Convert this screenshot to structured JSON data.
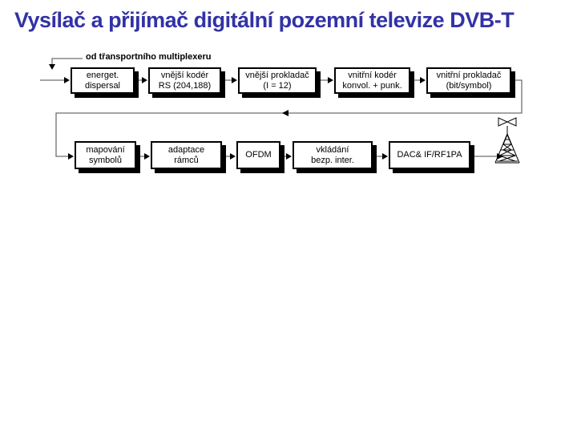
{
  "slide": {
    "title": "Vysílač a přijímač digitální pozemní televize DVB-T"
  },
  "colors": {
    "title_text": "#3232A6",
    "diagram_line": "#6f6f6f",
    "arrowhead": "#000000",
    "box_background": "#ffffff",
    "box_border": "#000000",
    "box_shadow": "#000000",
    "background": "#ffffff"
  },
  "diagram": {
    "source_label": "od třansportního multiplexeru",
    "antenna_icon": "transmission-tower-icon",
    "row1": [
      {
        "id": "energy-dispersal",
        "line1": "energet.",
        "line2": "dispersal"
      },
      {
        "id": "outer-coder",
        "line1": "vnější kodér",
        "line2": "RS (204,188)"
      },
      {
        "id": "outer-interleaver",
        "line1": "vnější prokladač",
        "line2": "(I = 12)"
      },
      {
        "id": "inner-coder",
        "line1": "vnitřní kodér",
        "line2": "konvol. + punk."
      },
      {
        "id": "inner-interleaver",
        "line1": "vnitřní prokladač",
        "line2": "(bit/symbol)"
      }
    ],
    "row2": [
      {
        "id": "symbol-mapping",
        "line1": "mapování",
        "line2": "symbolů"
      },
      {
        "id": "frame-adaptation",
        "line1": "adaptace",
        "line2": "rámců"
      },
      {
        "id": "ofdm",
        "line1": "OFDM"
      },
      {
        "id": "guard-insertion",
        "line1": "vkládání",
        "line2": "bezp. inter."
      },
      {
        "id": "dac-if-rf-pa",
        "line1": "DAC& IF/RF1PA"
      }
    ]
  }
}
